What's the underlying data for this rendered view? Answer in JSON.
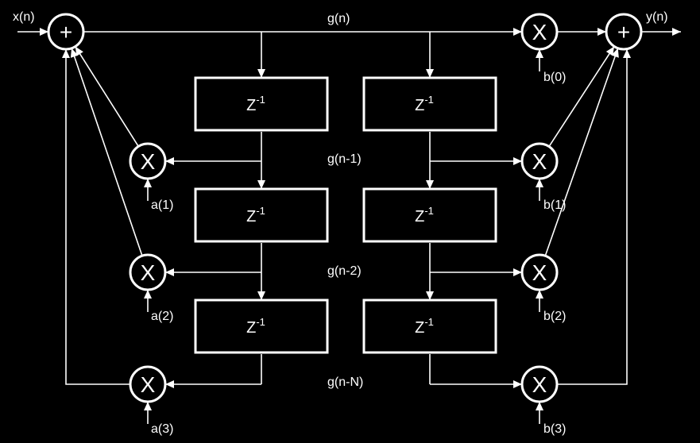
{
  "signals": {
    "input": "x(n)",
    "output": "y(n)",
    "g0": "g(n)",
    "g1": "g(n-1)",
    "g2": "g(n-2)",
    "gN": "g(n-N)"
  },
  "delay": {
    "base": "Z",
    "exponent": "-1"
  },
  "coefficients": {
    "a1": "a(1)",
    "a2": "a(2)",
    "a3": "a(3)",
    "b0": "b(0)",
    "b1": "b(1)",
    "b2": "b(2)",
    "b3": "b(3)"
  },
  "symbols": {
    "adder": "+",
    "multiplier": "X"
  }
}
